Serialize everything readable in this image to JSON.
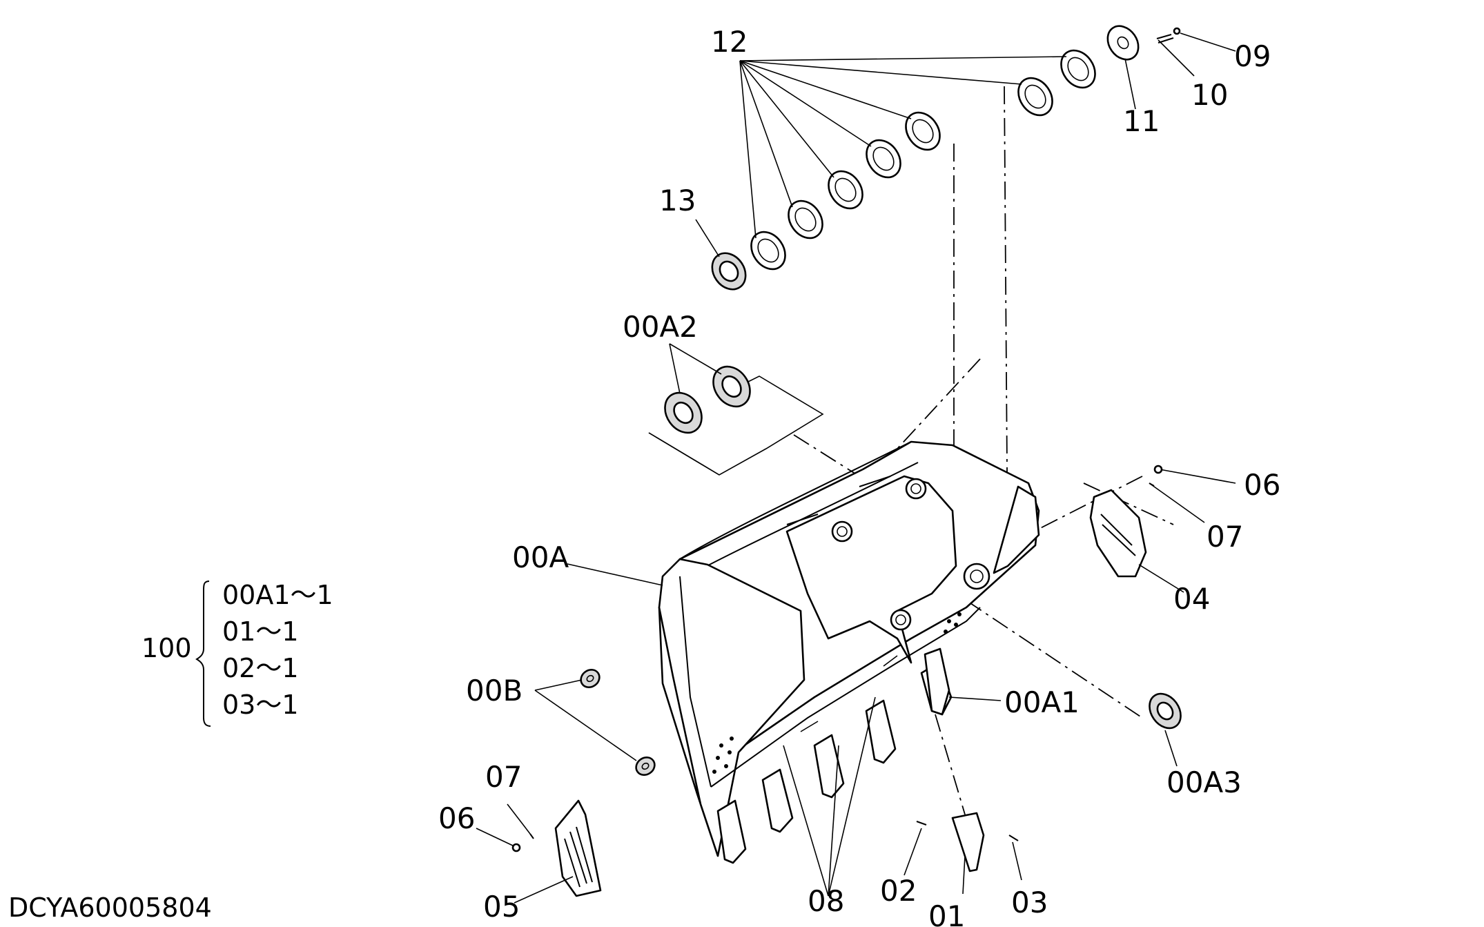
{
  "drawing_id": "DCYA60005804",
  "callouts": {
    "c12": "12",
    "c09": "09",
    "c10": "10",
    "c11": "11",
    "c13": "13",
    "c00A2": "00A2",
    "c06_right": "06",
    "c07_right": "07",
    "c04": "04",
    "c00A": "00A",
    "c00A1": "00A1",
    "c00B": "00B",
    "c00A3": "00A3",
    "c07_left": "07",
    "c06_left": "06",
    "c05": "05",
    "c08": "08",
    "c02": "02",
    "c01": "01",
    "c03": "03"
  },
  "kit": {
    "number": "100",
    "items": [
      "00A1～1",
      "01～1",
      "02～1",
      "03～1"
    ]
  }
}
